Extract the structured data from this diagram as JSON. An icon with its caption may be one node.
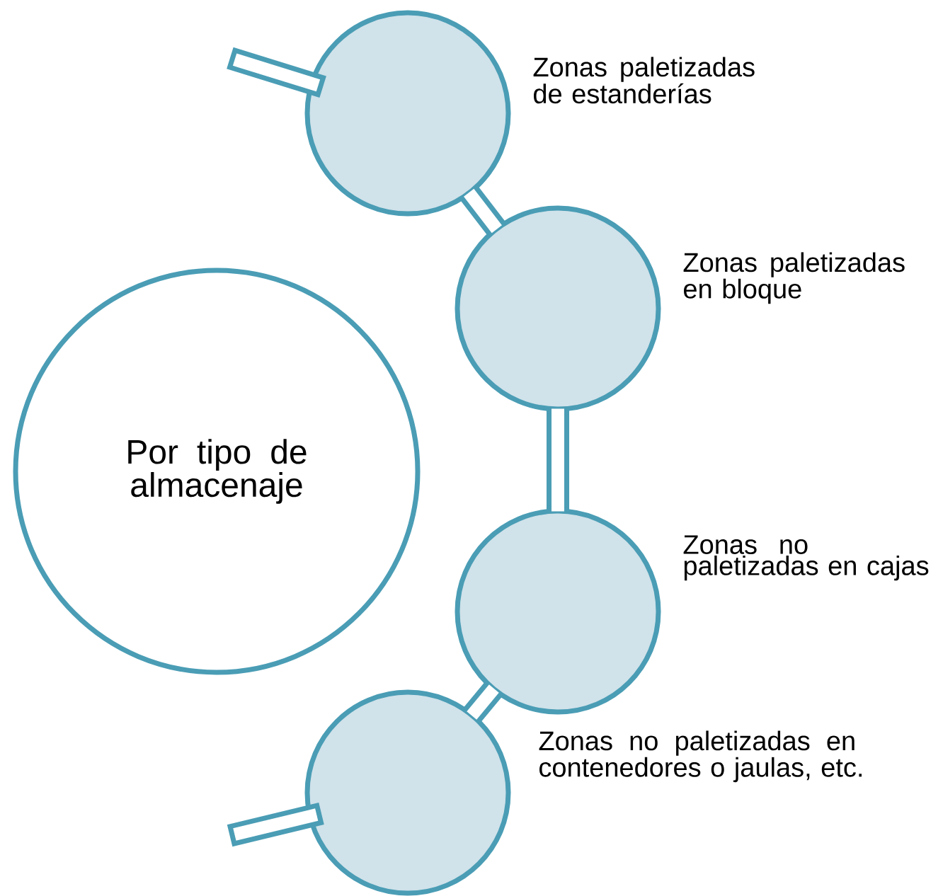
{
  "diagram": {
    "nodes": [
      {
        "text": [
          "Por tipo de almacenaje"
        ]
      },
      {
        "text": [],
        "shape": "circle",
        "beside": [
          "Zonas paletizadas de estanderías"
        ]
      },
      {
        "text": [],
        "shape": "circle",
        "beside": [
          "Zonas paletizadas en bloque"
        ]
      },
      {
        "text": [],
        "shape": "circle",
        "beside": [
          "Zonas no paletizadas en cajas"
        ]
      },
      {
        "text": [],
        "shape": "circle",
        "beside": [
          "Zonas no paletizadas en contenedores o jaulas, etc."
        ]
      }
    ],
    "edges": [
      {
        "from": null,
        "to": 1,
        "arrow": "none"
      },
      {
        "from": 1,
        "to": 2,
        "arrow": "none"
      },
      {
        "from": 2,
        "to": 3,
        "arrow": "none"
      },
      {
        "from": 3,
        "to": 4,
        "arrow": "none"
      },
      {
        "from": 4,
        "to": null,
        "arrow": "none"
      }
    ]
  }
}
